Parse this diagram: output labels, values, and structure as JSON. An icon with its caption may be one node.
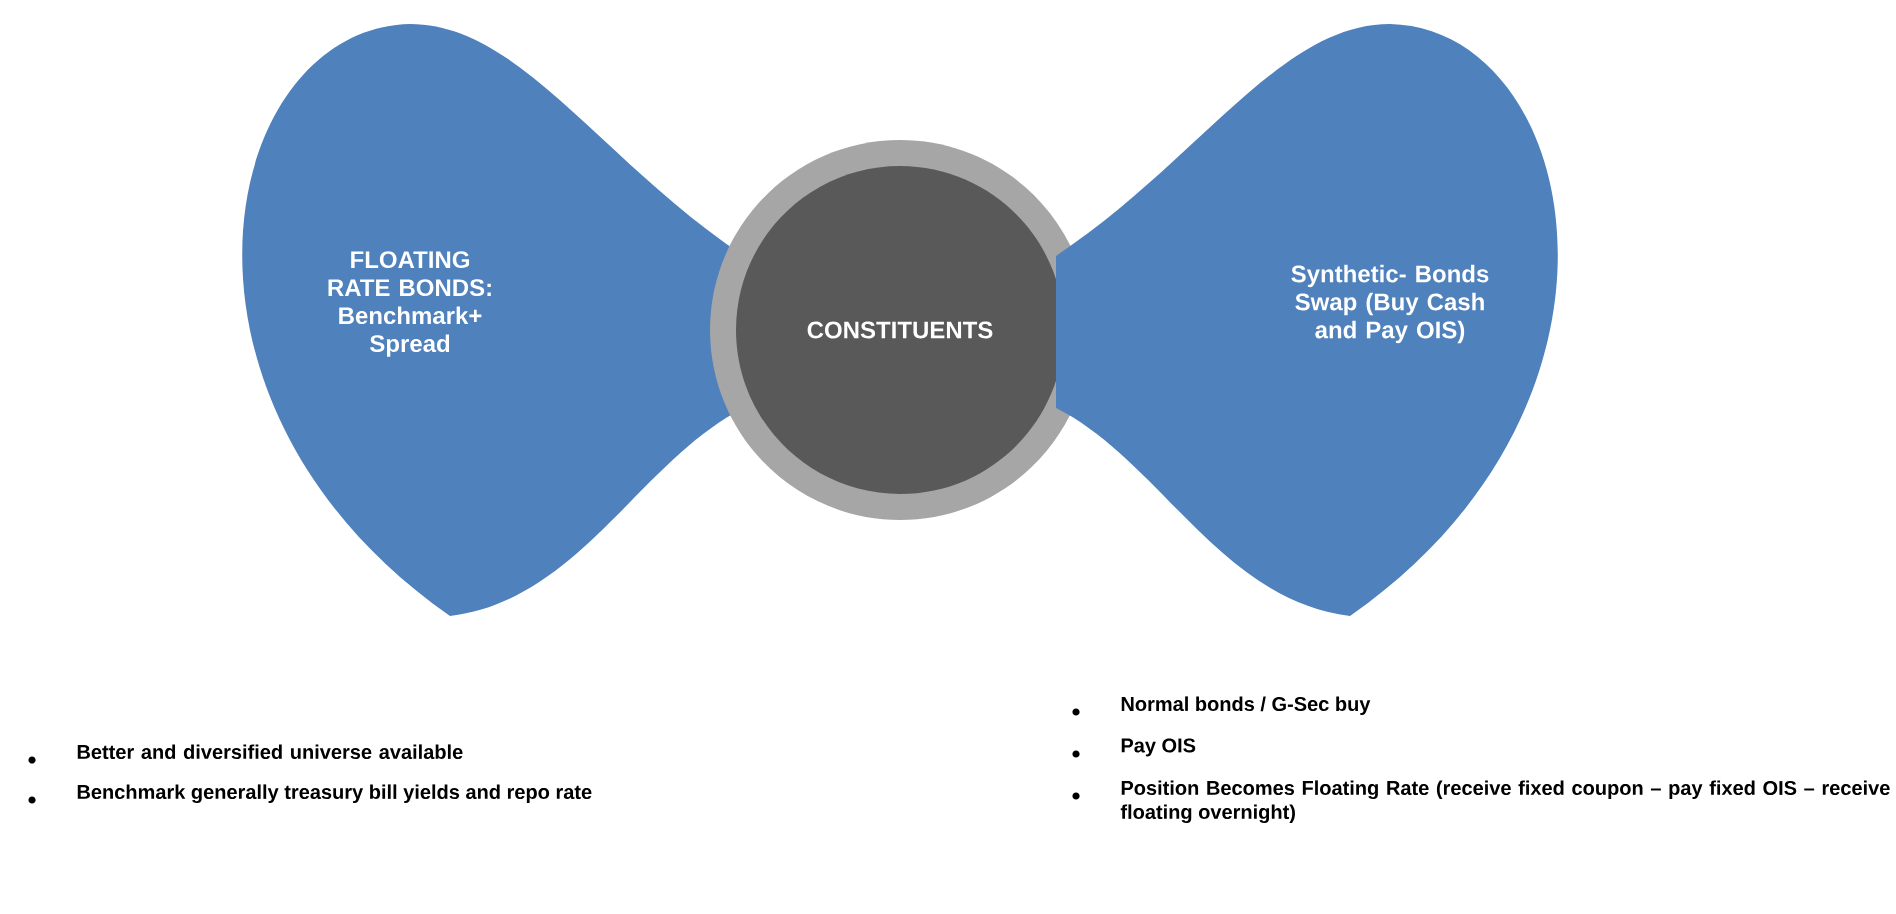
{
  "diagram": {
    "nodes": [
      {
        "text": [
          "FLOATING RATE BONDS: Benchmark+ Spread"
        ]
      },
      {
        "text": [
          "CONSTITUENTS"
        ]
      },
      {
        "text": [
          "Synthetic- Bonds Swap (Buy Cash and Pay OIS)"
        ]
      }
    ],
    "labels": [
      "Better and diversified universe available",
      "Benchmark generally treasury bill yields and repo rate",
      "Normal bonds / G-Sec buy",
      "Pay OIS",
      "Position Becomes Floating Rate (receive fixed coupon – pay fixed OIS – receive floating overnight)"
    ]
  }
}
